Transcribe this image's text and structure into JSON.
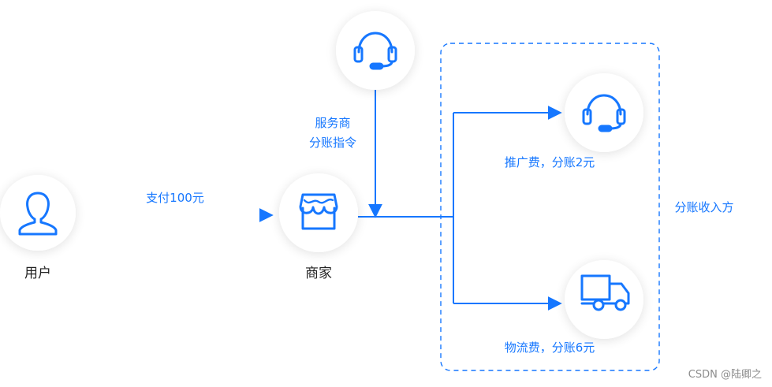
{
  "nodes": {
    "user": {
      "label": "用户",
      "icon": "user-icon"
    },
    "merchant": {
      "label": "商家",
      "icon": "store-icon"
    },
    "service_provider": {
      "icon": "headset-icon"
    },
    "promoter": {
      "icon": "headset-icon"
    },
    "logistics": {
      "icon": "truck-icon"
    }
  },
  "edges": {
    "payment": "支付100元",
    "instruction_line1": "服务商",
    "instruction_line2": "分账指令",
    "promotion_fee": "推广费，分账2元",
    "logistics_fee": "物流费，分账6元"
  },
  "group": {
    "label": "分账收入方"
  },
  "watermark": "CSDN @陆卿之",
  "colors": {
    "accent": "#1677ff",
    "text_dark": "#222222",
    "circle_fill": "#ffffff",
    "watermark": "#8c8c8c"
  }
}
